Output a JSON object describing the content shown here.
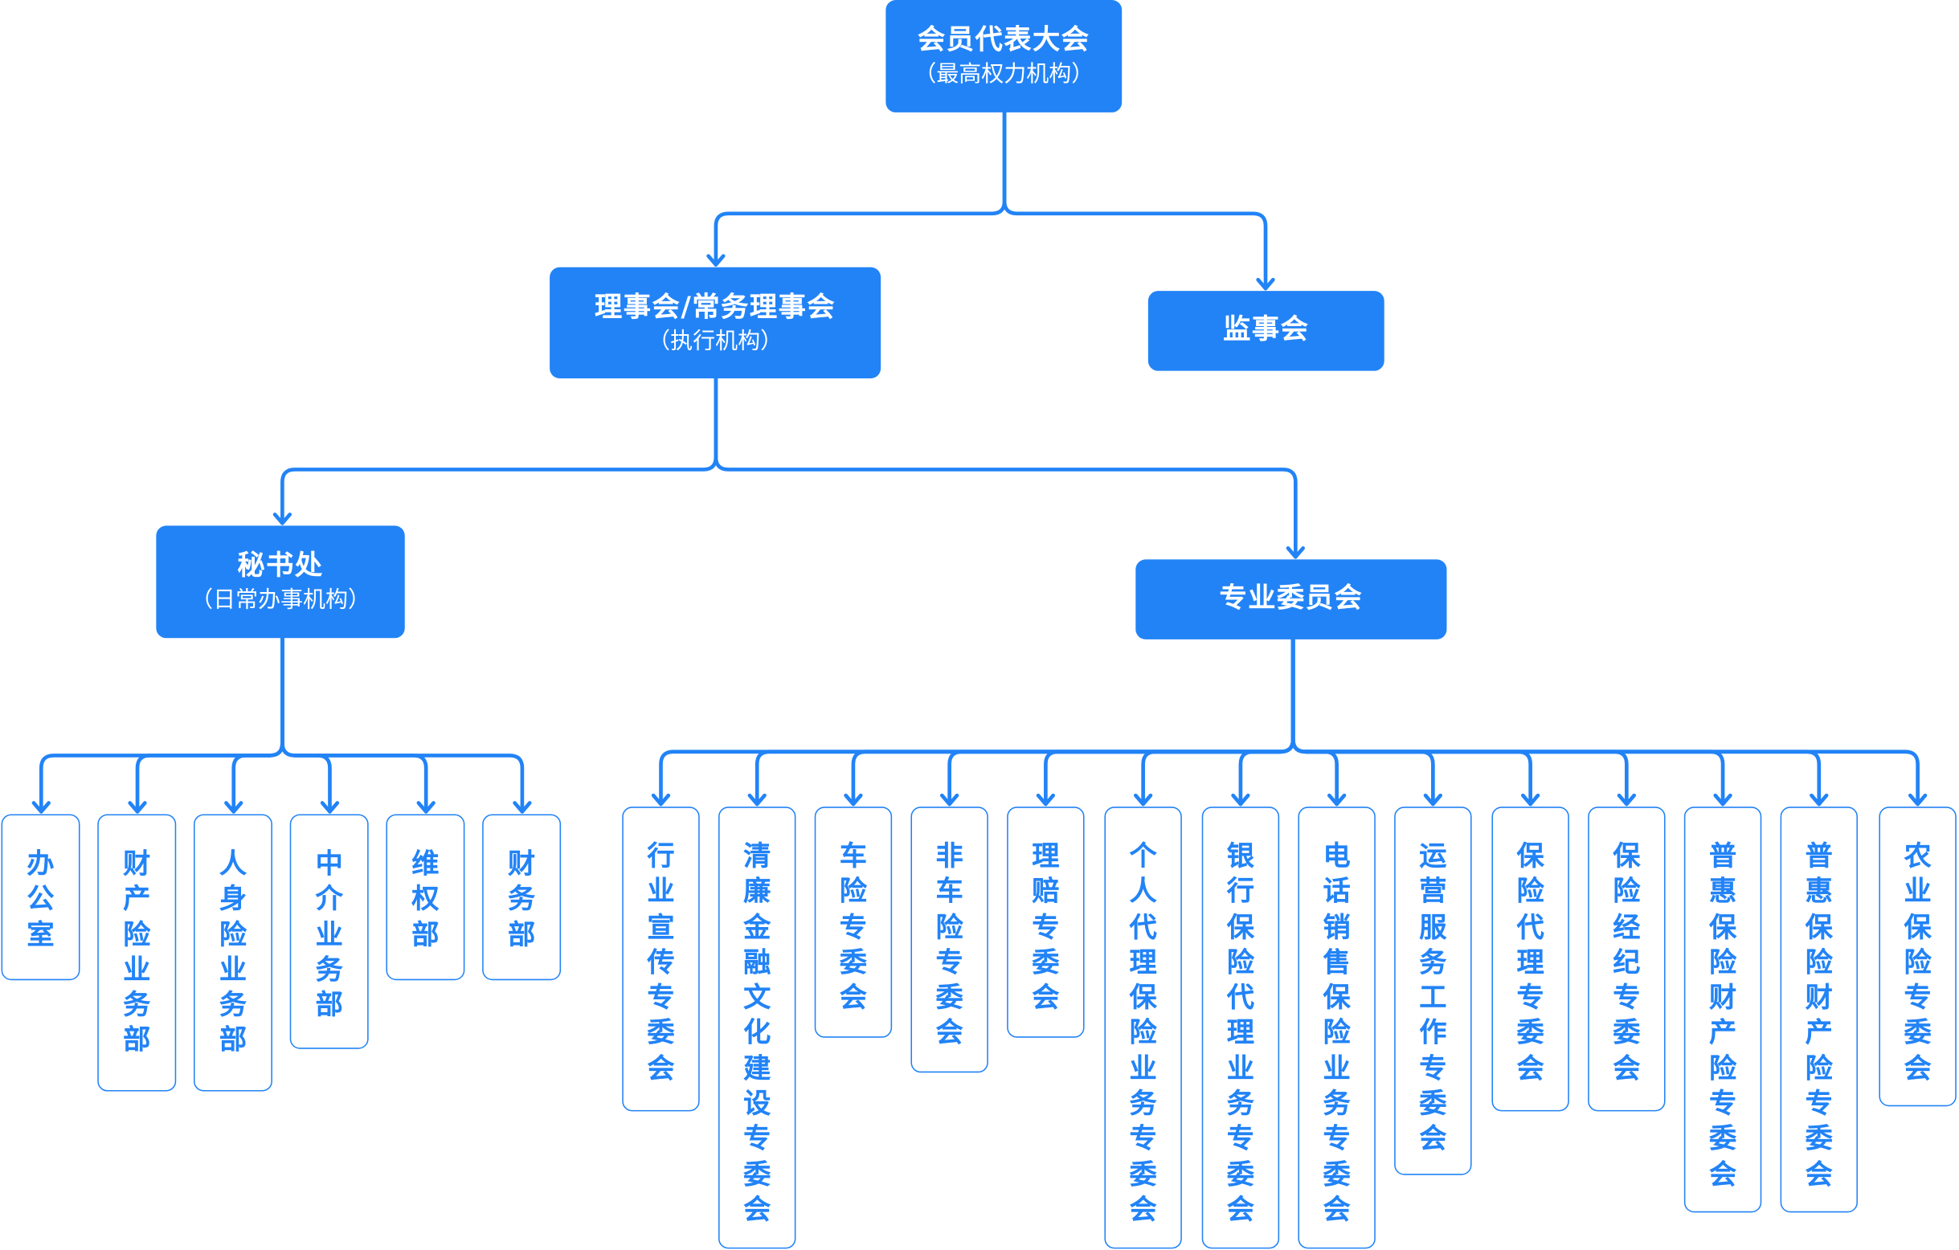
{
  "theme": {
    "primary_color": "#2283f6",
    "background": "#ffffff"
  },
  "top": {
    "title": "会员代表大会",
    "subtitle": "（最高权力机构）"
  },
  "council": {
    "title": "理事会/常务理事会",
    "subtitle": "（执行机构）"
  },
  "supervisory": {
    "title": "监事会"
  },
  "secretariat": {
    "title": "秘书处",
    "subtitle": "（日常办事机构）"
  },
  "committees": {
    "title": "专业委员会"
  },
  "secretariat_departments": [
    "办公室",
    "财产险业务部",
    "人身险业务部",
    "中介业务部",
    "维权部",
    "财务部"
  ],
  "special_committees": [
    "行业宣传专委会",
    "清廉金融文化建设专委会",
    "车险专委会",
    "非车险专委会",
    "理赔专委会",
    "个人代理保险业务专委会",
    "银行保险代理业务专委会",
    "电话销售保险业务专委会",
    "运营服务工作专委会",
    "保险代理专委会",
    "保险经纪专委会",
    "普惠保险财产险专委会",
    "普惠保险财产险专委会",
    "农业保险专委会"
  ]
}
